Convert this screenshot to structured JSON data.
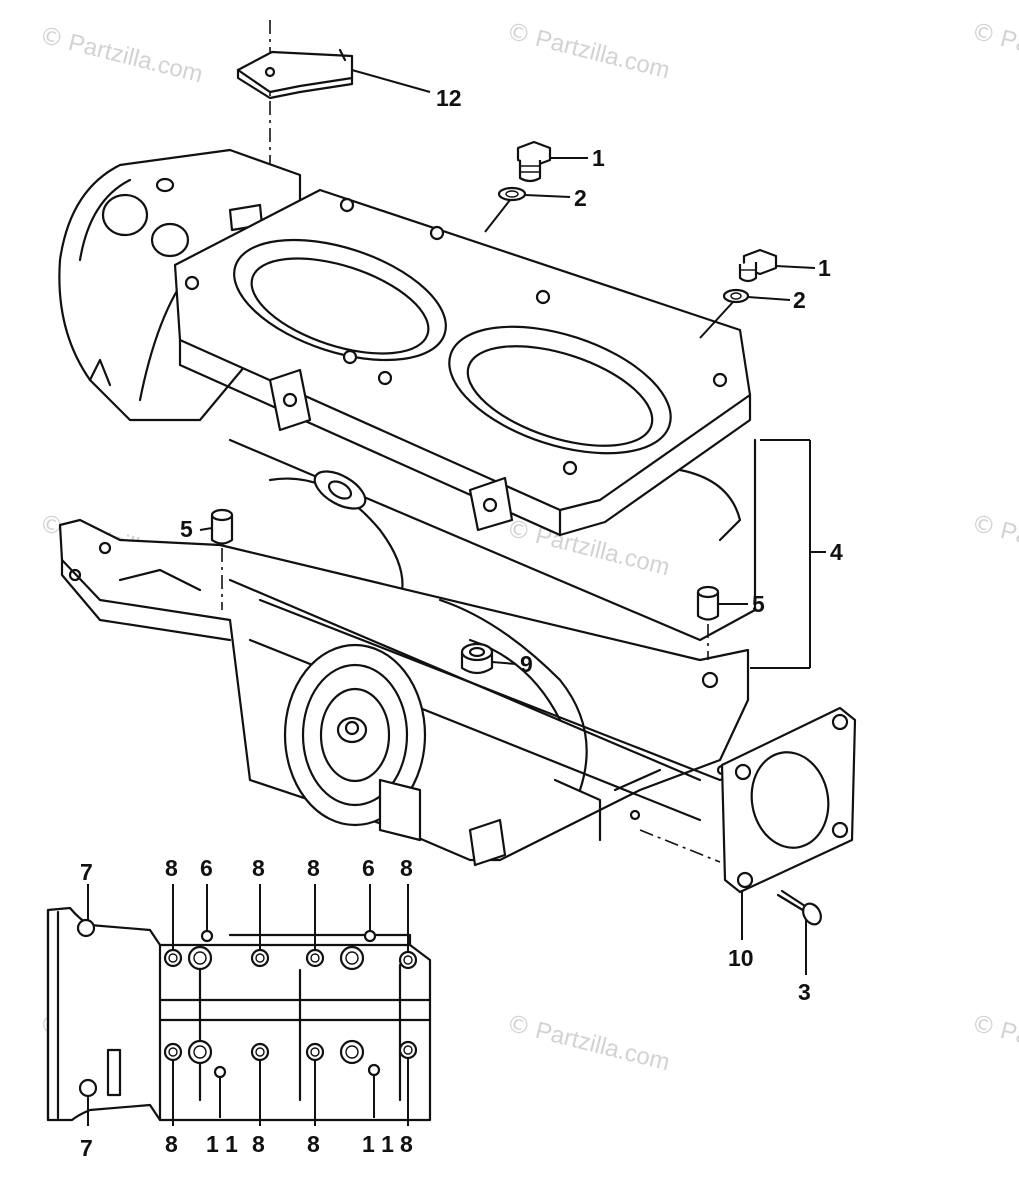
{
  "watermark": {
    "symbol": "©",
    "text": "Partzilla.com"
  },
  "callouts": {
    "c12": "12",
    "c1a": "1",
    "c2a": "2",
    "c1b": "1",
    "c2b": "2",
    "c4": "4",
    "c5a": "5",
    "c5b": "5",
    "c9": "9",
    "c10": "10",
    "c3": "3",
    "top_row": [
      "7",
      "8",
      "6",
      "8",
      "8",
      "6",
      "8"
    ],
    "bottom_row": [
      "7",
      "8",
      "1 1",
      "8",
      "8",
      "1 1",
      "8"
    ]
  }
}
